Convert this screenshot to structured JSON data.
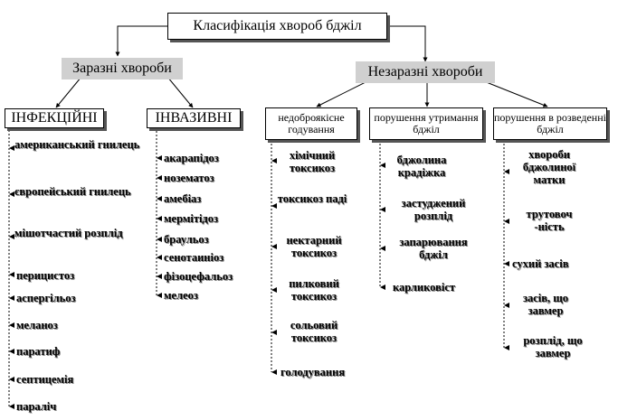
{
  "root": {
    "title": "Класифікація хвороб бджіл"
  },
  "contagious": {
    "title": "Заразні хвороби",
    "infectious": {
      "title": "ІНФЕКЦІЙНІ",
      "items": [
        "американський гнилець",
        "європейський гнилець",
        "мішотчастий розплід",
        "перицистоз",
        "аспергільоз",
        "меланоз",
        "паратиф",
        "септицемія",
        "параліч"
      ]
    },
    "invasive": {
      "title": "ІНВАЗИВНІ",
      "items": [
        "акарапідоз",
        "нозематоз",
        "амебіаз",
        "мермітідоз",
        "браульоз",
        "сенотаиніоз",
        "фізоцефальоз",
        "мелеоз"
      ]
    }
  },
  "noncontagious": {
    "title": "Незаразні хвороби",
    "feeding": {
      "title": "недоброякісне годування",
      "items": [
        "хімічний токсикоз",
        "токсикоз паді",
        "нектарний токсикоз",
        "пилковий токсикоз",
        "сольовий токсикоз",
        "голодування"
      ]
    },
    "keeping": {
      "title": "порушення утримання бджіл",
      "items": [
        "бджолина крадіжка",
        "застуджений розплід",
        "запарювання бджіл",
        "карликовіст"
      ]
    },
    "breeding": {
      "title": "порушення в розведенні бджіл",
      "items": [
        "хвороби бджолиної матки",
        "трутовоч -ність",
        "сухий засів",
        "засів, що завмер",
        "розплід, що завмер"
      ]
    }
  }
}
